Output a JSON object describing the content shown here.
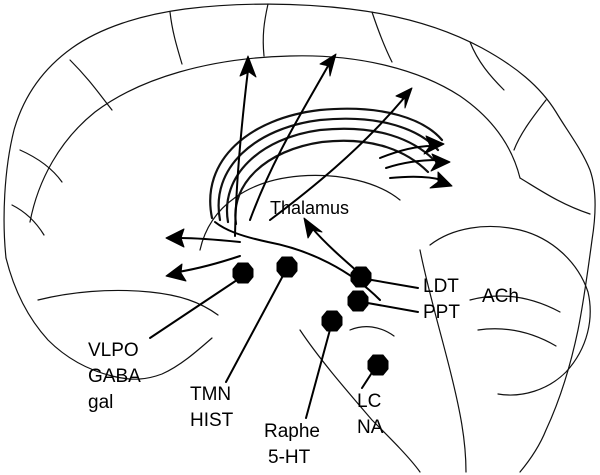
{
  "labels": {
    "thalamus": "Thalamus",
    "ldt": "LDT",
    "ach": "ACh",
    "ppt": "PPT",
    "vlpo_1": "VLPO",
    "vlpo_2": "GABA",
    "vlpo_3": "gal",
    "tmn_1": "TMN",
    "tmn_2": "HIST",
    "raphe_1": "Raphe",
    "raphe_2": "5-HT",
    "lc_1": "LC",
    "lc_2": "NA"
  },
  "colors": {
    "ink": "#000000",
    "background": "#ffffff"
  }
}
